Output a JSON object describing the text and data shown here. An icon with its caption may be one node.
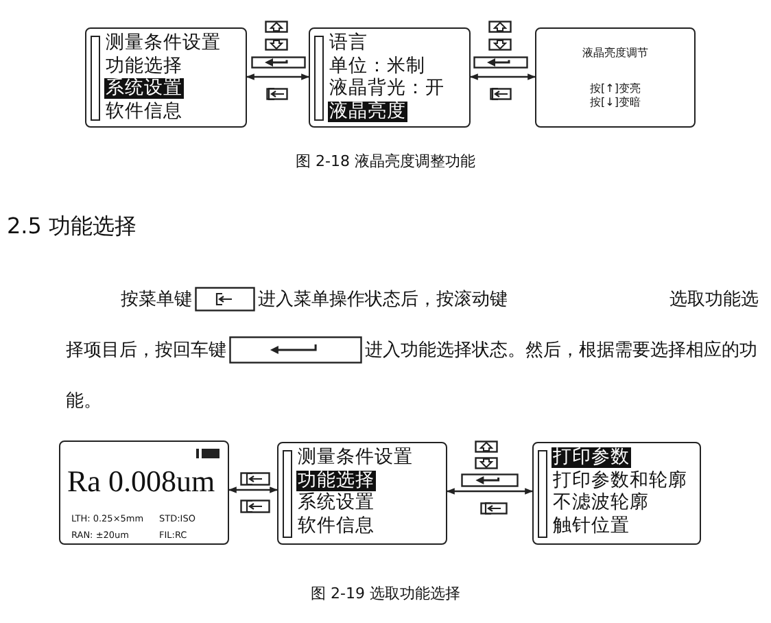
{
  "diagram": {
    "nodes": [
      {
        "text": [
          "测量条件设置",
          "功能选择",
          "系统设置",
          "软件信息"
        ]
      },
      {
        "text": [
          "语言",
          "单位：米制",
          "液晶背光：开",
          "液晶亮度"
        ]
      },
      {
        "text": [
          "液晶亮度调节",
          "按[↑]变亮",
          "按[↓]变暗"
        ]
      },
      {
        "text": [
          "Ra 0.008um",
          "LTH: 0.25×5mm",
          "STD:ISO",
          "RAN: ±20um",
          "FIL:RC"
        ]
      },
      {
        "text": [
          "测量条件设置",
          "功能选择",
          "系统设置",
          "软件信息"
        ]
      },
      {
        "text": [
          "打印参数",
          "打印参数和轮廓",
          "不滤波轮廓",
          "触针位置"
        ]
      }
    ],
    "edges": [
      {
        "from": 0,
        "to": 1,
        "arrow": "both"
      },
      {
        "from": 1,
        "to": 2,
        "arrow": "both"
      },
      {
        "from": 3,
        "to": 4,
        "arrow": "both"
      },
      {
        "from": 4,
        "to": 5,
        "arrow": "both"
      }
    ],
    "labels": [
      "图 2-18 液晶亮度调整功能",
      "2.5 功能选择",
      "按菜单键",
      "进入菜单操作状态后，按滚动键",
      "选取功能选择项目后，按回车键",
      "进入功能选择状态。然后，根据需要选择相应的功能。",
      "图 2-19 选取功能选择"
    ]
  }
}
